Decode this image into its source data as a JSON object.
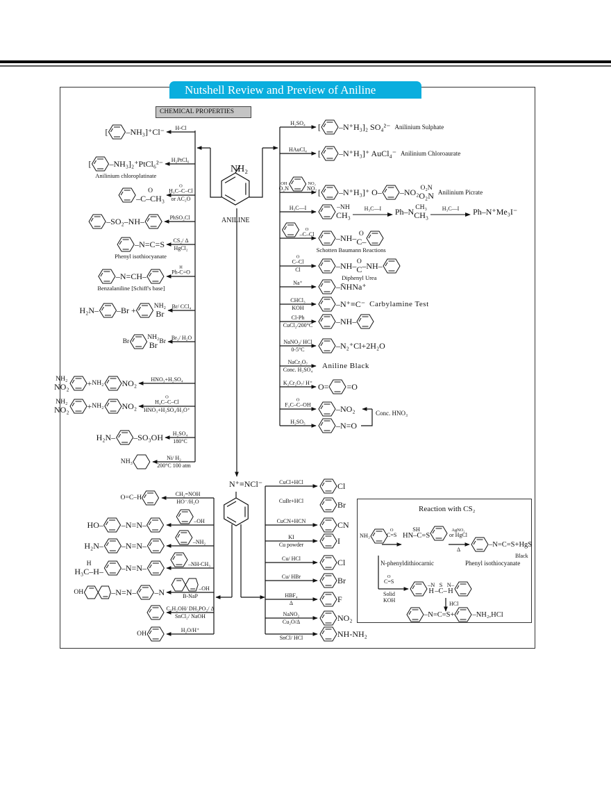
{
  "header": {
    "title": "Nutshell Review and Preview of Aniline",
    "section": "CHEMICAL PROPERTIES"
  },
  "aniline": {
    "group": "NH₂",
    "label": "ANILINE"
  },
  "diazonium": {
    "group": "N⁺≡NCl⁻"
  },
  "left_reactions": [
    {
      "reagent_top": [
        "H-Cl"
      ],
      "product": [
        "[",
        {
          "icon": "benzene-ring"
        },
        "–NH₃]⁺Cl⁻"
      ]
    },
    {
      "reagent_top": [
        "H₂PtCl₆"
      ],
      "product": [
        "[",
        {
          "icon": "benzene-ring"
        },
        "–NH₃]₂⁺PtCl₆²⁻"
      ],
      "label": "Anilinium chloroplatinate"
    },
    {
      "reagent_top": [
        {
          "stack": [
            "O",
            "H₃C–C–Cl"
          ]
        }
      ],
      "reagent_bottom": "or AC₂O",
      "product": [
        {
          "icon": "benzene-ring"
        },
        {
          "stack": [
            "O",
            "–C–CH₃"
          ]
        }
      ]
    },
    {
      "reagent_top": [
        "PhSO₂Cl"
      ],
      "product": [
        {
          "icon": "benzene-ring"
        },
        "–SO₂–NH–",
        {
          "icon": "benzene-ring"
        }
      ]
    },
    {
      "reagent_top": [
        "CS₂/ Δ"
      ],
      "reagent_bottom": "HgCl₂",
      "product": [
        {
          "icon": "benzene-ring"
        },
        "–N=C=S"
      ],
      "label": "Phenyl isothiocyanate"
    },
    {
      "reagent_top": [
        {
          "stack": [
            "H",
            "Ph-C=O"
          ]
        }
      ],
      "product": [
        {
          "icon": "benzene-ring"
        },
        "–N=CH–",
        {
          "icon": "benzene-ring"
        }
      ],
      "label": "Benzalaniline  [Schiff's base]"
    },
    {
      "reagent_top": [
        "Br/ CCl₄"
      ],
      "product": [
        "H₂N–",
        {
          "icon": "benzene-ring"
        },
        "–Br +",
        {
          "icon": "benzene-ring"
        },
        {
          "stack": [
            "NH₂",
            "Br"
          ]
        }
      ]
    },
    {
      "reagent_top": [
        "Br₂/ H₂O"
      ],
      "product": [
        {
          "stack": [
            "Br",
            ""
          ]
        },
        {
          "icon": "benzene-ring"
        },
        {
          "stack": [
            "NH₂",
            "Br"
          ]
        },
        {
          "stack": [
            "Br",
            ""
          ]
        }
      ]
    },
    {
      "reagent_top": [
        "HNO₃+H₂SO₄"
      ],
      "product": [
        {
          "stack": [
            "NH₂",
            "NO₂"
          ]
        },
        {
          "icon": "benzene-ring"
        },
        " + ",
        {
          "stack": [
            "NH₂",
            ""
          ]
        },
        {
          "icon": "benzene-ring"
        },
        "NO₂"
      ]
    },
    {
      "reagent_top": [
        {
          "stack": [
            "O",
            "H₃C–C–Cl"
          ]
        }
      ],
      "reagent_bottom": "HNO₃+H₂SO₄/H₃O⁺",
      "product": [
        {
          "stack": [
            "NH₂",
            "NO₂"
          ]
        },
        {
          "icon": "benzene-ring"
        },
        " + ",
        {
          "stack": [
            "NH₂",
            ""
          ]
        },
        {
          "icon": "benzene-ring"
        },
        "NO₂"
      ]
    },
    {
      "reagent_top": [
        "H₂SO₄"
      ],
      "reagent_bottom": "180°C",
      "product": [
        "H₂N–",
        {
          "icon": "benzene-ring"
        },
        "–SO₃OH"
      ]
    },
    {
      "reagent_top": [
        "Ni/ H₂"
      ],
      "reagent_bottom": "200°C 100 atm",
      "product": [
        {
          "stack": [
            "NH₃",
            ""
          ]
        },
        {
          "icon": "cyclohexane-ring"
        }
      ]
    }
  ],
  "right_reactions": [
    {
      "reagent_top": [
        "H₂SO₄"
      ],
      "product": [
        "[",
        {
          "icon": "benzene-ring"
        },
        "–N⁺H₃]₂ SO₄²⁻"
      ],
      "note": "Anilinium Sulphate"
    },
    {
      "reagent_top": [
        "HAuCl₄"
      ],
      "product": [
        "[",
        {
          "icon": "benzene-ring"
        },
        "–N⁺H₃]⁺ AuCl₄⁻"
      ],
      "note": "Anilinium Chloroaurate"
    },
    {
      "reagent_top": [
        {
          "stack": [
            "OH",
            "O₂N"
          ]
        },
        {
          "icon": "benzene-ring"
        },
        {
          "stack": [
            "NO₂",
            "NO₂"
          ]
        }
      ],
      "product": [
        "[",
        {
          "icon": "benzene-ring"
        },
        "–N⁺H₃]⁺ O–",
        {
          "icon": "benzene-ring"
        },
        "–NO₂",
        {
          "stack": [
            "O₂N",
            "O₂N"
          ]
        }
      ],
      "note": "Anilinium Picrate"
    },
    {
      "reagent_top": [
        "H₃C—I"
      ],
      "product": [
        {
          "icon": "benzene-ring"
        },
        {
          "stack": [
            "–NH",
            "CH₃"
          ]
        },
        {
          "arrow": "H₃C—I"
        },
        "Ph–N",
        {
          "stack": [
            "CH₃",
            "CH₃"
          ]
        },
        {
          "arrow": "H₃C—I"
        },
        "Ph–N⁺Me₃I⁻"
      ]
    },
    {
      "reagent_top": [
        {
          "icon": "benzene-ring"
        },
        {
          "stack": [
            "O",
            "–C–Cl"
          ]
        }
      ],
      "product": [
        {
          "icon": "benzene-ring"
        },
        "–NH–",
        {
          "stack": [
            "O",
            "C–"
          ]
        },
        {
          "icon": "benzene-ring"
        }
      ],
      "label": "Schotten Baumann Reactions"
    },
    {
      "reagent_top": [
        {
          "stack": [
            "O",
            "C–Cl"
          ]
        }
      ],
      "reagent_bottom": "Cl",
      "product": [
        {
          "icon": "benzene-ring"
        },
        "–NH–",
        {
          "stack": [
            "O",
            "C"
          ]
        },
        "–NH–",
        {
          "icon": "benzene-ring"
        }
      ],
      "label": "Diphenyl Urea"
    },
    {
      "reagent_top": [
        "Na⁺"
      ],
      "product": [
        {
          "icon": "benzene-ring"
        },
        "–N̄HNa⁺"
      ]
    },
    {
      "reagent_top": [
        "CHCl₃"
      ],
      "reagent_bottom": "KOH",
      "product": [
        {
          "icon": "benzene-ring"
        },
        "–N⁺≡C⁻"
      ],
      "note": "Carbylamine Test"
    },
    {
      "reagent_top": [
        "Cl-Ph"
      ],
      "reagent_bottom": "CuCl₂/200°C",
      "product": [
        {
          "icon": "benzene-ring"
        },
        "–NH–",
        {
          "icon": "benzene-ring"
        }
      ]
    },
    {
      "reagent_top": [
        "NaNO₂/ HCl"
      ],
      "reagent_bottom": "0-5°C",
      "product": [
        {
          "icon": "benzene-ring"
        },
        "–N₂⁺Cl",
        "  +2H₂O"
      ]
    },
    {
      "reagent_top": [
        "NaCr₂O₇"
      ],
      "reagent_bottom": "Conc. H₂SO₄",
      "product": [],
      "note": "Aniline Black"
    },
    {
      "reagent_top": [
        "K₂Cr₂O₇/ H⁺"
      ],
      "product": [
        "O=",
        {
          "icon": "quinone-ring"
        },
        "=O"
      ]
    },
    {
      "reagent_top": [
        {
          "stack": [
            "O",
            "F₃C–C–OH"
          ]
        }
      ],
      "product": [
        {
          "icon": "benzene-ring"
        },
        "–NO₂"
      ]
    },
    {
      "reagent_top": [
        "H₂SO₅"
      ],
      "product": [
        {
          "icon": "benzene-ring"
        },
        "–N=O"
      ]
    }
  ],
  "oxidation_note": "Conc. HNO₃",
  "diazo_left": [
    {
      "reagent_top": [
        "CH₂=NOH"
      ],
      "reagent_bottom": "HO⁻/H₂O",
      "product": [
        {
          "stack": [
            "O=C–H",
            ""
          ]
        },
        {
          "icon": "benzene-ring"
        }
      ]
    },
    {
      "reagent_top": [
        {
          "icon": "benzene-ring"
        },
        "–OH"
      ],
      "product": [
        "HO–",
        {
          "icon": "benzene-ring"
        },
        "–N=N–",
        {
          "icon": "benzene-ring"
        }
      ]
    },
    {
      "reagent_top": [
        {
          "icon": "benzene-ring"
        },
        "–NH₂"
      ],
      "product": [
        "H₂N–",
        {
          "icon": "benzene-ring"
        },
        "–N=N–",
        {
          "icon": "benzene-ring"
        }
      ]
    },
    {
      "reagent_top": [
        {
          "icon": "benzene-ring"
        },
        "–NH-CH₃"
      ],
      "product": [
        {
          "stack": [
            "H",
            "H₃C–H–"
          ]
        },
        {
          "icon": "benzene-ring"
        },
        "–N=N–",
        {
          "icon": "benzene-ring"
        }
      ]
    },
    {
      "reagent_top": [
        {
          "icon": "naphthalene-ring"
        },
        "–OH"
      ],
      "reagent_bottom": "B-NaP",
      "product": [
        {
          "stack": [
            "OH",
            ""
          ]
        },
        {
          "icon": "naphthalene-ring"
        },
        "–N=N–",
        {
          "icon": "benzene-ring"
        },
        "–N"
      ]
    },
    {
      "reagent_top": [
        "C₂H₂OH/ DH₃PO₂/ Δ"
      ],
      "reagent_bottom": "SnCl₂/ NaOH",
      "product": [
        {
          "icon": "benzene-ring"
        }
      ]
    },
    {
      "reagent_top": [
        "H₂O/H⁺"
      ],
      "product": [
        {
          "stack": [
            "OH",
            ""
          ]
        },
        {
          "icon": "benzene-ring"
        }
      ]
    }
  ],
  "diazo_right": [
    {
      "reagent_top": [
        "CuCl+HCl"
      ],
      "product": [
        {
          "icon": "benzene-ring"
        },
        "Cl"
      ]
    },
    {
      "reagent_top": [
        "CuBr+HCl"
      ],
      "product": [
        {
          "icon": "benzene-ring"
        },
        "Br"
      ]
    },
    {
      "reagent_top": [
        "CuCN+HCN"
      ],
      "product": [
        {
          "icon": "benzene-ring"
        },
        "CN"
      ]
    },
    {
      "reagent_top": [
        "KI"
      ],
      "reagent_bottom": "Cu powder",
      "product": [
        {
          "icon": "benzene-ring"
        },
        "I"
      ]
    },
    {
      "reagent_top": [
        "Cu/ HCl"
      ],
      "product": [
        {
          "icon": "benzene-ring"
        },
        "Cl"
      ]
    },
    {
      "reagent_top": [
        "Cu/ HBr"
      ],
      "product": [
        {
          "icon": "benzene-ring"
        },
        "Br"
      ]
    },
    {
      "reagent_top": [
        "HBF₄"
      ],
      "reagent_bottom": "Δ",
      "product": [
        {
          "icon": "benzene-ring"
        },
        "F"
      ]
    },
    {
      "reagent_top": [
        "NaNO₂"
      ],
      "reagent_bottom": "Cu₂O/Δ",
      "product": [
        {
          "icon": "benzene-ring"
        },
        "NO₂"
      ]
    },
    {
      "reagent_top": [],
      "reagent_bottom": "SnCl/ HCl",
      "product": [
        {
          "icon": "benzene-ring"
        },
        "NH-NH₂"
      ]
    }
  ],
  "cs2": {
    "title": "Reaction with CS₂",
    "aniline": [
      {
        "stack": [
          "NH₂",
          ""
        ]
      },
      {
        "icon": "benzene-ring"
      }
    ],
    "reagent1": [
      {
        "stack": [
          "O",
          "C=S"
        ]
      }
    ],
    "intermediate": [
      {
        "stack": [
          "SH",
          "HN–C=S"
        ]
      },
      {
        "icon": "benzene-ring"
      }
    ],
    "reagent2": [
      {
        "stack": [
          "AgNO₂",
          "or HgCl"
        ]
      }
    ],
    "reagent2_bottom": "Δ",
    "product1": [
      {
        "icon": "benzene-ring"
      },
      "–N=C=S+HgS"
    ],
    "black": "Black",
    "intermediate_label": "N-phenyldithiocarnic",
    "product1_label": "Phenyl isothiocyanate",
    "reagent3": [
      {
        "stack": [
          "O",
          "C=S"
        ]
      }
    ],
    "reagent3_bottom": [
      "Solid",
      "KOH"
    ],
    "thiourea": [
      {
        "icon": "benzene-ring"
      },
      {
        "stack": [
          "–N",
          "H"
        ]
      },
      {
        "stack": [
          "S",
          "–C–"
        ]
      },
      {
        "stack": [
          "N–",
          "H"
        ]
      },
      {
        "icon": "benzene-ring"
      }
    ],
    "hcl": "HCl",
    "final": [
      {
        "icon": "benzene-ring"
      },
      "–N=C=S+ ",
      {
        "icon": "benzene-ring"
      },
      "–NH₂,HCl"
    ]
  },
  "colors": {
    "title_tab": "#0aaede",
    "section_box": "#c4c4c4"
  }
}
